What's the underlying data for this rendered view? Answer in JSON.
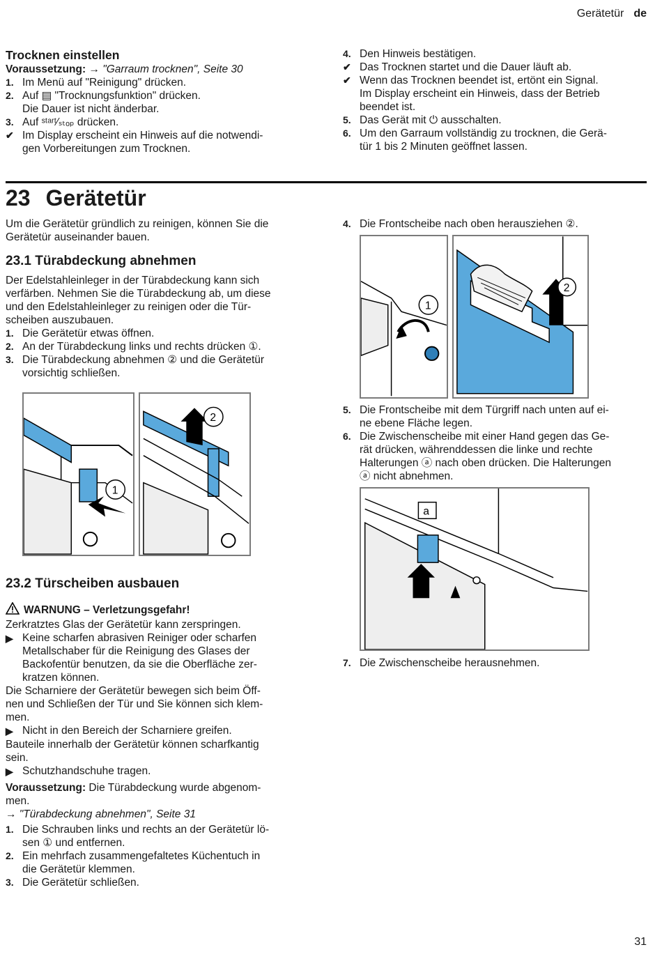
{
  "header": {
    "section": "Gerätetür",
    "lang": "de"
  },
  "trocknen": {
    "title": "Trocknen einstellen",
    "prereq_label": "Voraussetzung:",
    "prereq_link": "→ \"Garraum trocknen\", Seite 30",
    "steps_left": [
      {
        "n": "1.",
        "t": "Im Menü auf \"Reinigung\" drücken."
      },
      {
        "n": "2.",
        "t": "Auf ▤ \"Trocknungsfunktion\" drücken.\nDie Dauer ist nicht änderbar."
      },
      {
        "n": "3.",
        "t": "Auf ˢᵗᵃʳᵗ⁄ₛₜₒₚ drücken."
      },
      {
        "n": "✔",
        "t": "Im Display erscheint ein Hinweis auf die notwendi-\ngen Vorbereitungen zum Trocknen."
      }
    ],
    "steps_right": [
      {
        "n": "4.",
        "t": "Den Hinweis bestätigen."
      },
      {
        "n": "✔",
        "t": "Das Trocknen startet und die Dauer läuft ab."
      },
      {
        "n": "✔",
        "t": "Wenn das Trocknen beendet ist, ertönt ein Signal.\nIm Display erscheint ein Hinweis, dass der Betrieb\nbeendet ist."
      },
      {
        "n": "5.",
        "t": "Das Gerät mit ⏻ ausschalten."
      },
      {
        "n": "6.",
        "t": "Um den Garraum vollständig zu trocknen, die Gerä-\ntür 1 bis 2 Minuten geöffnet lassen."
      }
    ]
  },
  "chapter": {
    "number": "23",
    "title": "Gerätetür"
  },
  "intro": "Um die Gerätetür gründlich zu reinigen, können Sie die\nGerätetür auseinander bauen.",
  "sec231": {
    "title": "23.1 Türabdeckung abnehmen",
    "para": "Der Edelstahleinleger in der Türabdeckung kann sich\nverfärben. Nehmen Sie die Türabdeckung ab, um diese\nund den Edelstahleinleger zu reinigen oder die Tür-\nscheiben auszubauen.",
    "steps": [
      {
        "n": "1.",
        "t": "Die Gerätetür etwas öffnen."
      },
      {
        "n": "2.",
        "t": "An der Türabdeckung links und rechts drücken ①."
      },
      {
        "n": "3.",
        "t": "Die Türabdeckung abnehmen ② und die Gerätetür\nvorsichtig schließen."
      }
    ]
  },
  "sec232": {
    "title": "23.2 Türscheiben ausbauen",
    "warning": "WARNUNG – Verletzungsgefahr!",
    "warn_text1": "Zerkratztes Glas der Gerätetür kann zerspringen.",
    "warn_bullet1": "Keine scharfen abrasiven Reiniger oder scharfen\nMetallschaber für die Reinigung des Glases der\nBackofentür benutzen, da sie die Oberfläche zer-\nkratzen können.",
    "warn_text2": "Die Scharniere der Gerätetür bewegen sich beim Öff-\nnen und Schließen der Tür und Sie können sich klem-\nmen.",
    "warn_bullet2": "Nicht in den Bereich der Scharniere greifen.",
    "warn_text3": "Bauteile innerhalb der Gerätetür können scharfkantig\nsein.",
    "warn_bullet3": "Schutzhandschuhe tragen.",
    "prereq_label": "Voraussetzung:",
    "prereq_text": " Die Türabdeckung wurde abgenom-\nmen.",
    "prereq_link": "→ \"Türabdeckung abnehmen\", Seite 31",
    "steps": [
      {
        "n": "1.",
        "t": "Die Schrauben links und rechts an der Gerätetür lö-\nsen ① und entfernen."
      },
      {
        "n": "2.",
        "t": "Ein mehrfach zusammengefaltetes Küchentuch in\ndie Gerätetür klemmen."
      },
      {
        "n": "3.",
        "t": "Die Gerätetür schließen."
      }
    ]
  },
  "right": {
    "step4": {
      "n": "4.",
      "t": "Die Frontscheibe nach oben herausziehen ②."
    },
    "steps56": [
      {
        "n": "5.",
        "t": "Die Frontscheibe mit dem Türgriff nach unten auf ei-\nne ebene Fläche legen."
      },
      {
        "n": "6.",
        "t": "Die Zwischenscheibe mit einer Hand gegen das Ge-\nrät drücken, währenddessen die linke und rechte\nHalterungen ⓐ nach oben drücken. Die Halterungen\nⓐ nicht abnehmen."
      }
    ],
    "step7": {
      "n": "7.",
      "t": "Die Zwischenscheibe herausnehmen."
    }
  },
  "figure_labels": {
    "one": "1",
    "two": "2",
    "a": "a"
  },
  "colors": {
    "blue": "#5aa9dc",
    "blue_dark": "#2f7fb8",
    "black": "#000000",
    "grey": "#7a7a7a"
  },
  "page_number": "31"
}
